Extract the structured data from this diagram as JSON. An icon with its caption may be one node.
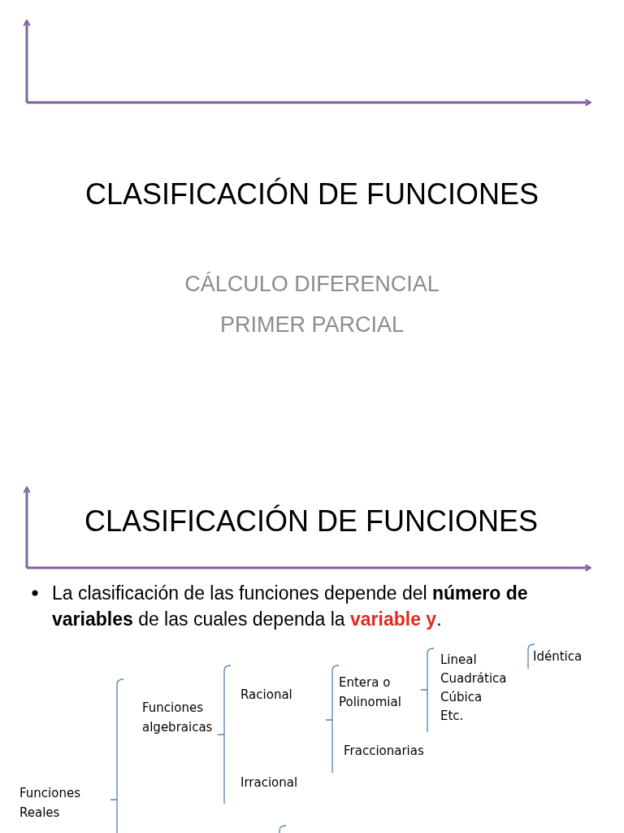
{
  "diagram": {
    "title": "CLASIFICACIÓN DE FUNCIONES",
    "labels": [
      "CÁLCULO DIFERENCIAL",
      "PRIMER PARCIAL",
      "CLASIFICACIÓN DE FUNCIONES",
      "La clasificación de las funciones depende del **número de variables** de las cuales dependa la **variable y**.",
      "Funciones Reales",
      "Funciones algebraicas",
      "Racional",
      "Irracional",
      "Entera o Polinomial",
      "Fraccionarias",
      "Lineal",
      "Cuadrática",
      "Cúbica",
      "Etc.",
      "Idéntica"
    ]
  }
}
